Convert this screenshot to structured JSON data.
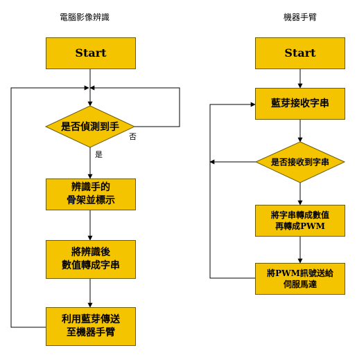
{
  "left": {
    "title": "電腦影像辨識",
    "start": "Start",
    "decision": "是否偵測到手",
    "no_label": "否",
    "yes_label": "是",
    "step1": [
      "辨識手的",
      "骨架並標示"
    ],
    "step2": [
      "將辨識後",
      "數值轉成字串"
    ],
    "step3": [
      "利用藍芽傳送",
      "至機器手臂"
    ]
  },
  "right": {
    "title": "機器手臂",
    "start": "Start",
    "step1": "藍芽接收字串",
    "decision": "是否接收到字串",
    "step2": [
      "將字串轉成數值",
      "再轉成PWM"
    ],
    "step3": [
      "將PWM訊號送給",
      "伺服馬達"
    ]
  },
  "colors": {
    "box_fill": "#f5c400",
    "box_border": "#6b5a00",
    "line": "#000000"
  }
}
